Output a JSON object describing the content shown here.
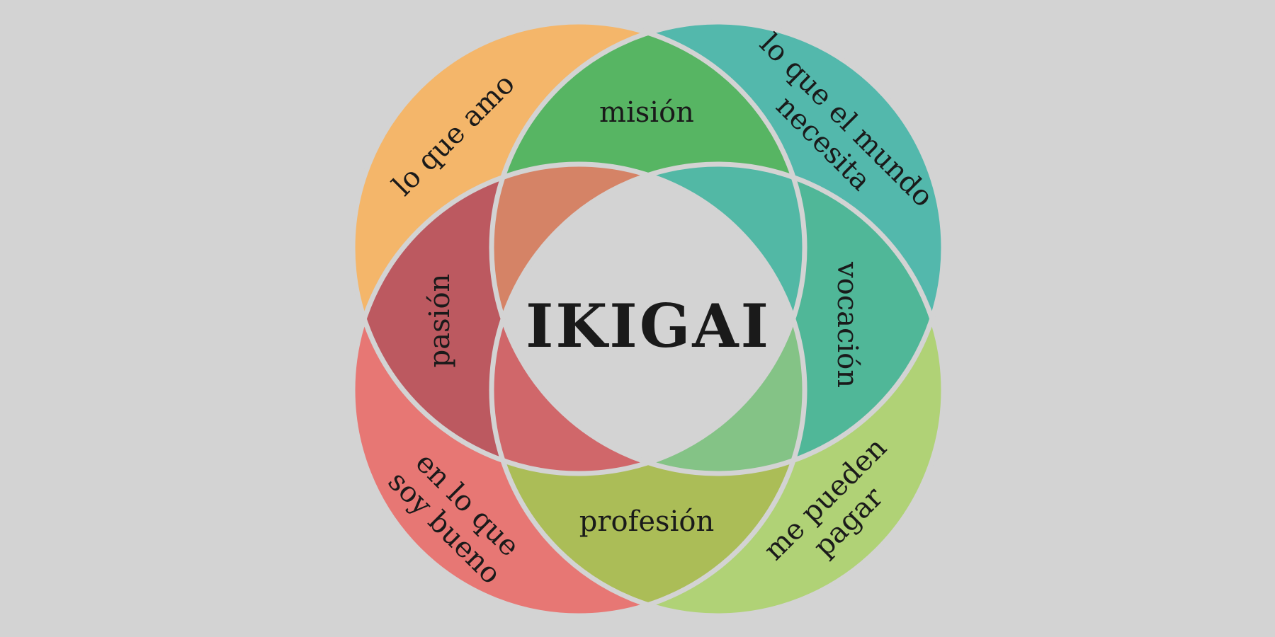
{
  "title": "IKIGAI",
  "colors": {
    "background": "#d3d3d3",
    "stroke": "#d3d3d3",
    "lo_que_amo": "#f4b66a",
    "lo_que_el_mundo_necesita": "#53b8ac",
    "en_lo_que_soy_bueno": "#e77774",
    "me_pueden_pagar": "#b0d276",
    "mision": "#57b563",
    "vocacion": "#50b798",
    "profesion": "#abbd57",
    "pasion": "#bc5960",
    "petal_top_left": "#d58366",
    "petal_top_right": "#52b8a5",
    "petal_bottom_left": "#d0676a",
    "petal_bottom_right": "#84c386",
    "center": "#d3d3d3"
  },
  "circles": [
    {
      "id": "lo_que_amo",
      "lines": [
        "lo que amo"
      ]
    },
    {
      "id": "lo_que_el_mundo_necesita",
      "lines": [
        "lo que el mundo",
        "necesita"
      ]
    },
    {
      "id": "en_lo_que_soy_bueno",
      "lines": [
        "en lo que",
        "soy bueno"
      ]
    },
    {
      "id": "me_pueden_pagar",
      "lines": [
        "me pueden",
        "pagar"
      ]
    }
  ],
  "overlaps": {
    "mision": "misión",
    "vocacion": "vocación",
    "profesion": "profesión",
    "pasion": "pasión"
  }
}
